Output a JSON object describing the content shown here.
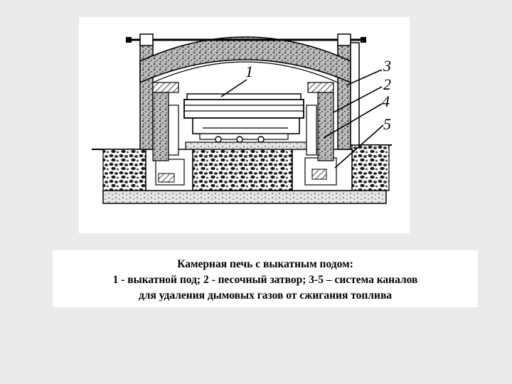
{
  "diagram": {
    "callouts": [
      "1",
      "3",
      "2",
      "4",
      "5"
    ]
  },
  "caption": {
    "lines": [
      "Камерная печь с выкатным подом:",
      "1 - выкатной под; 2 - песочный затвор; 3-5 – система каналов",
      "для удаления дымовых газов от сжигания топлива"
    ]
  }
}
